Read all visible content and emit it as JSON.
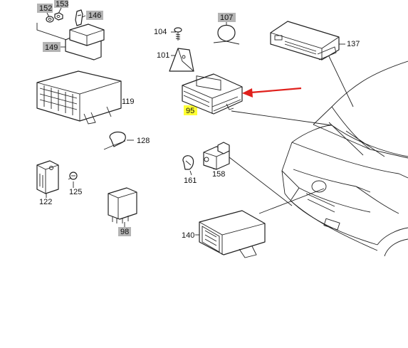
{
  "callouts": {
    "c152": "152",
    "c153": "153",
    "c146": "146",
    "c107": "107",
    "c104": "104",
    "c101": "101",
    "c149": "149",
    "c137": "137",
    "c119": "119",
    "c95": "95",
    "c128": "128",
    "c161": "161",
    "c158": "158",
    "c122": "122",
    "c125": "125",
    "c98": "98",
    "c140": "140"
  },
  "colors": {
    "highlight_gray": "#b4b4b4",
    "highlight_yellow": "#ffff33",
    "arrow": "#e0201c",
    "line": "#222222"
  }
}
